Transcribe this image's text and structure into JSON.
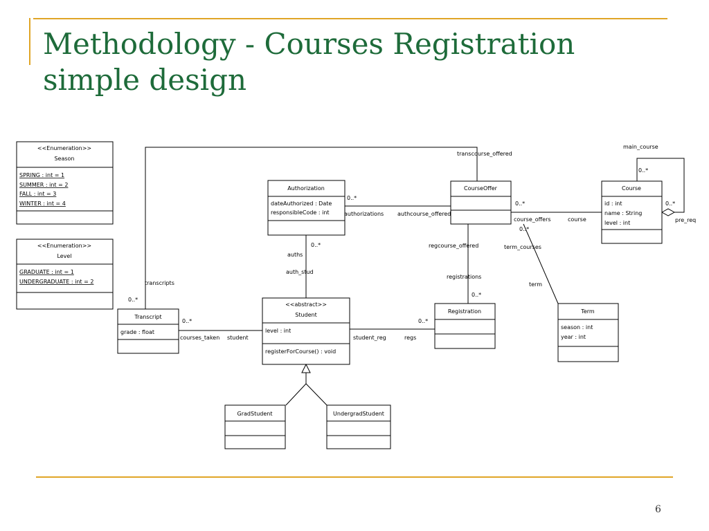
{
  "slide": {
    "title_line1": "Methodology - Courses Registration",
    "title_line2": "simple design",
    "page_number": "6"
  },
  "classes": {
    "season": {
      "stereotype": "<<Enumeration>>",
      "name": "Season",
      "literals": [
        "SPRING : int = 1",
        "SUMMER : int = 2",
        "FALL : int = 3",
        "WINTER : int = 4"
      ]
    },
    "level_enum": {
      "stereotype": "<<Enumeration>>",
      "name": "Level",
      "literals": [
        "GRADUATE : int = 1",
        "UNDERGRADUATE : int = 2"
      ]
    },
    "authorization": {
      "name": "Authorization",
      "attributes": [
        "dateAuthorized : Date",
        "responsibleCode : int"
      ]
    },
    "course_offer": {
      "name": "CourseOffer"
    },
    "course": {
      "name": "Course",
      "attributes": [
        "id : int",
        "name : String",
        "level : int"
      ]
    },
    "transcript": {
      "name": "Transcript",
      "attributes": [
        "grade : float"
      ]
    },
    "student": {
      "stereotype": "<<abstract>>",
      "name": "Student",
      "attributes": [
        "level : int"
      ],
      "operations": [
        "registerForCourse() : void"
      ]
    },
    "registration": {
      "name": "Registration"
    },
    "term": {
      "name": "Term",
      "attributes": [
        "season : int",
        "year : int"
      ]
    },
    "grad_student": {
      "name": "GradStudent"
    },
    "undergrad_student": {
      "name": "UndergradStudent"
    }
  },
  "associations": {
    "transcourse_offered": "transcourse_offered",
    "transcripts": "transcripts",
    "transcripts_mult": "0..*",
    "main_course": "main_course",
    "main_course_mult": "0..*",
    "pre_req": "pre_req",
    "pre_req_mult": "0..*",
    "authorizations": "authorizations",
    "authorizations_mult": "0..*",
    "authcourse_offered": "authcourse_offered",
    "course_offers": "course_offers",
    "course_offers_mult": "0..*",
    "course": "course",
    "auths": "auths",
    "auths_mult": "0..*",
    "auth_stud": "auth_stud",
    "regcourse_offered": "regcourse_offered",
    "registrations": "registrations",
    "registrations_mult": "0..*",
    "term_courses": "term_courses",
    "term_courses_mult": "0..*",
    "term": "term",
    "courses_taken": "courses_taken",
    "courses_taken_mult": "0..*",
    "student": "student",
    "student_reg": "student_reg",
    "regs": "regs",
    "regs_mult": "0..*"
  }
}
